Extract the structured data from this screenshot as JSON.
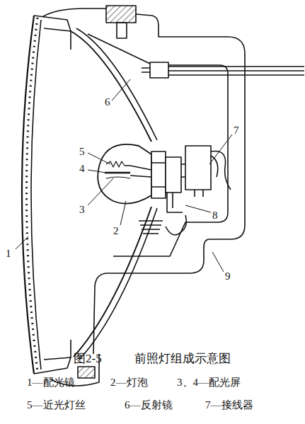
{
  "diagram": {
    "caption": "图2-5 前照灯组成示意图",
    "labels": [
      "1",
      "2",
      "3",
      "4",
      "5",
      "6",
      "7",
      "8",
      "9",
      "1—配光镜",
      "2—灯泡",
      "3、4—配光屏",
      "5—近光灯丝",
      "6—反射镜",
      "7—接线器"
    ]
  }
}
